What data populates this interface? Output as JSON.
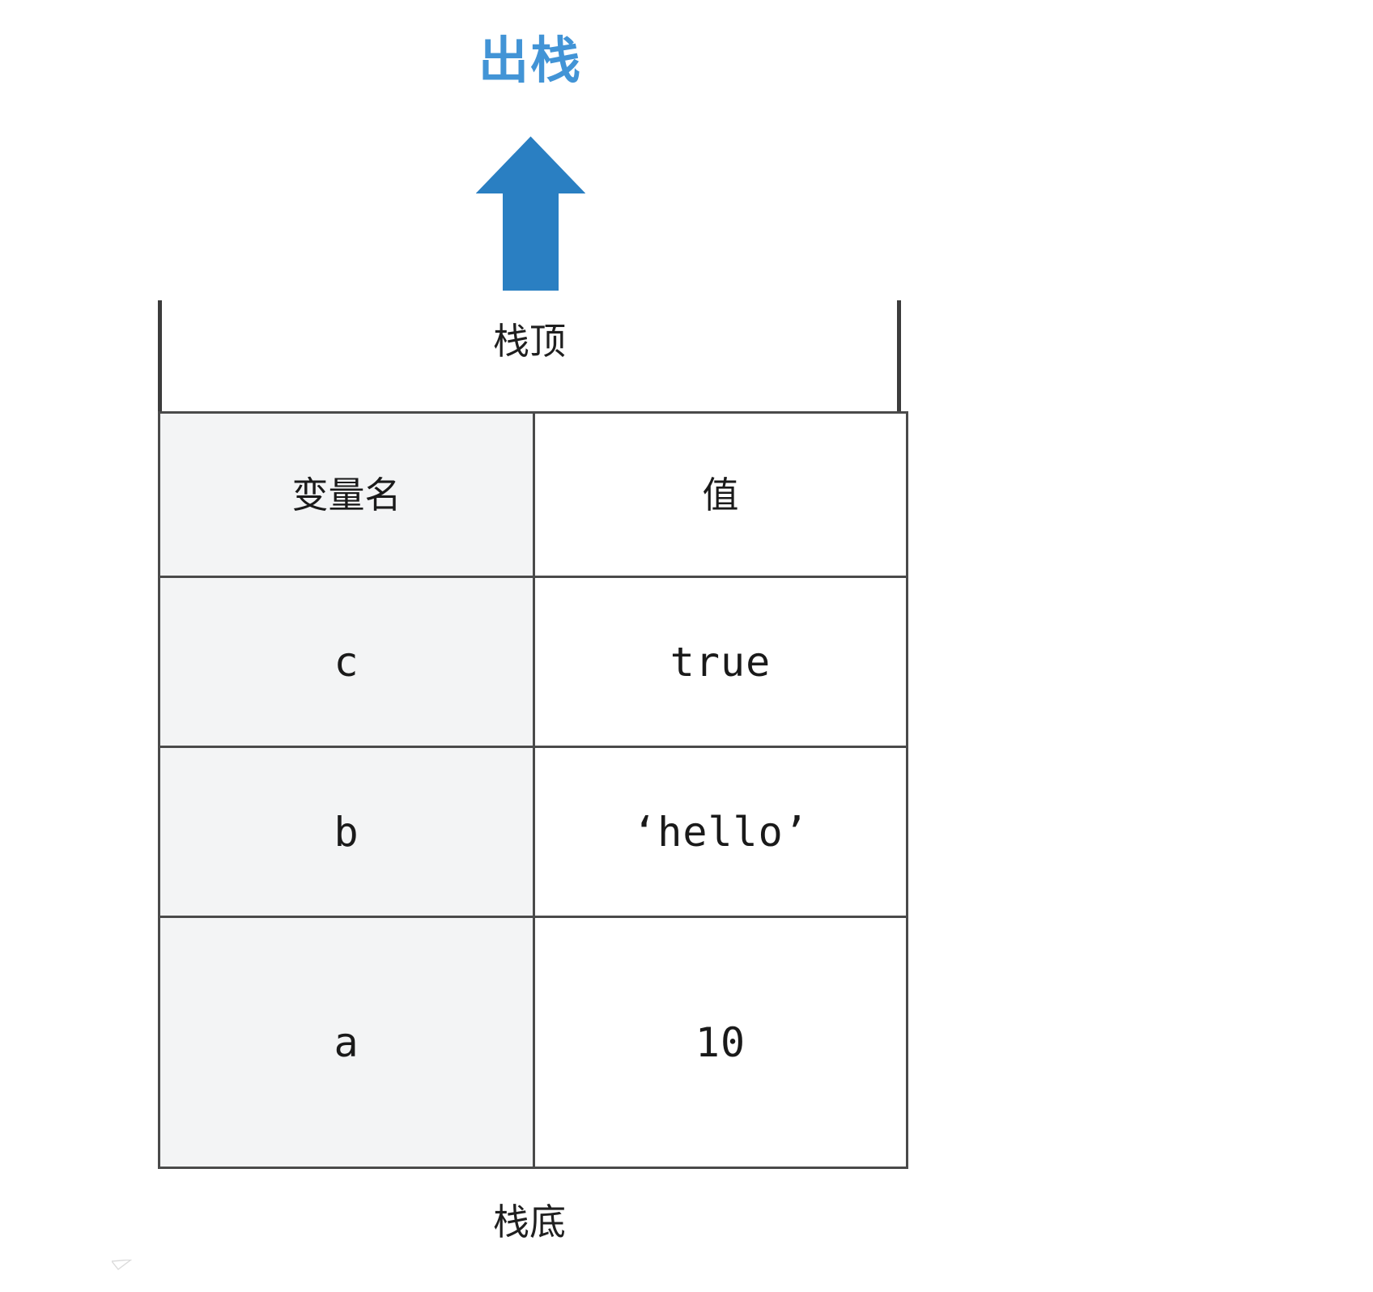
{
  "diagram": {
    "title": "出栈",
    "title_color": "#4294d6",
    "arrow": {
      "name": "up-arrow",
      "direction": "up",
      "color": "#2a7fc2"
    },
    "stack": {
      "top_label": "栈顶",
      "bottom_label": "栈底",
      "columns": [
        "变量名",
        "值"
      ],
      "rows": [
        {
          "name": "c",
          "value": "true"
        },
        {
          "name": "b",
          "value": "‘hello’"
        },
        {
          "name": "a",
          "value": "10"
        }
      ],
      "border_color": "#4a4a4a",
      "name_cell_bg": "#f3f4f5",
      "value_cell_bg": "#ffffff"
    }
  }
}
